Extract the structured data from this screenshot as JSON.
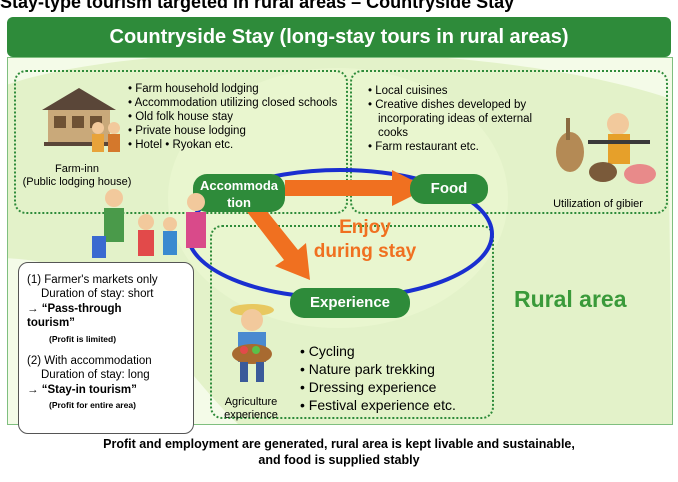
{
  "top_title": "Stay-type tourism targeted in rural areas – Countryside Stay",
  "banner_title": "Countryside Stay (long-stay tours in rural areas)",
  "accommodation": {
    "items": [
      "Farm household lodging",
      "Accommodation utilizing closed schools",
      "Old folk house stay",
      "Private house lodging",
      "Hotel    • Ryokan  etc."
    ],
    "image_label": "Farm-inn\n(Public lodging house)"
  },
  "food": {
    "items": [
      "Local cuisines",
      "Creative dishes developed by incorporating ideas of external cooks",
      "Farm restaurant  etc."
    ],
    "image_label": "Utilization of gibier"
  },
  "experience": {
    "items": [
      "Cycling",
      "Nature park trekking",
      "Dressing experience",
      "Festival experience  etc."
    ],
    "image_label": "Agriculture\nexperience"
  },
  "cycle": {
    "accommodation_label": "Accommoda\ntion",
    "food_label": "Food",
    "experience_label": "Experience",
    "center_text": "Enjoy\nduring stay"
  },
  "rural_label": "Rural area",
  "comparison": {
    "case1_title": "(1) Farmer's markets only",
    "case1_duration": "Duration of stay: short",
    "case1_type": "→ “Pass-through\n    tourism”",
    "case1_note": "(Profit is limited)",
    "case2_title": "(2) With accommodation",
    "case2_duration": "Duration of stay: long",
    "case2_type": "→ “Stay-in tourism”",
    "case2_note": "(Profit for entire area)"
  },
  "caption": "Profit and employment are generated, rural area is kept livable and sustainable,\nand food is supplied stably",
  "colors": {
    "green": "#2e8b3a",
    "orange": "#f07020",
    "blue": "#1a2fd0",
    "rural_green": "#3a9a3a"
  }
}
